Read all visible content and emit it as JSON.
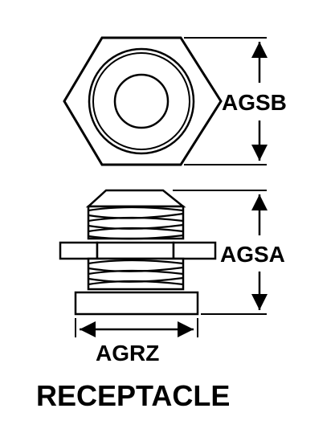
{
  "labels": {
    "top_height": "AGSB",
    "side_height": "AGSA",
    "base_width": "AGRZ",
    "title": "RECEPTACLE"
  },
  "colors": {
    "ink": "#000000",
    "paper": "#ffffff"
  }
}
